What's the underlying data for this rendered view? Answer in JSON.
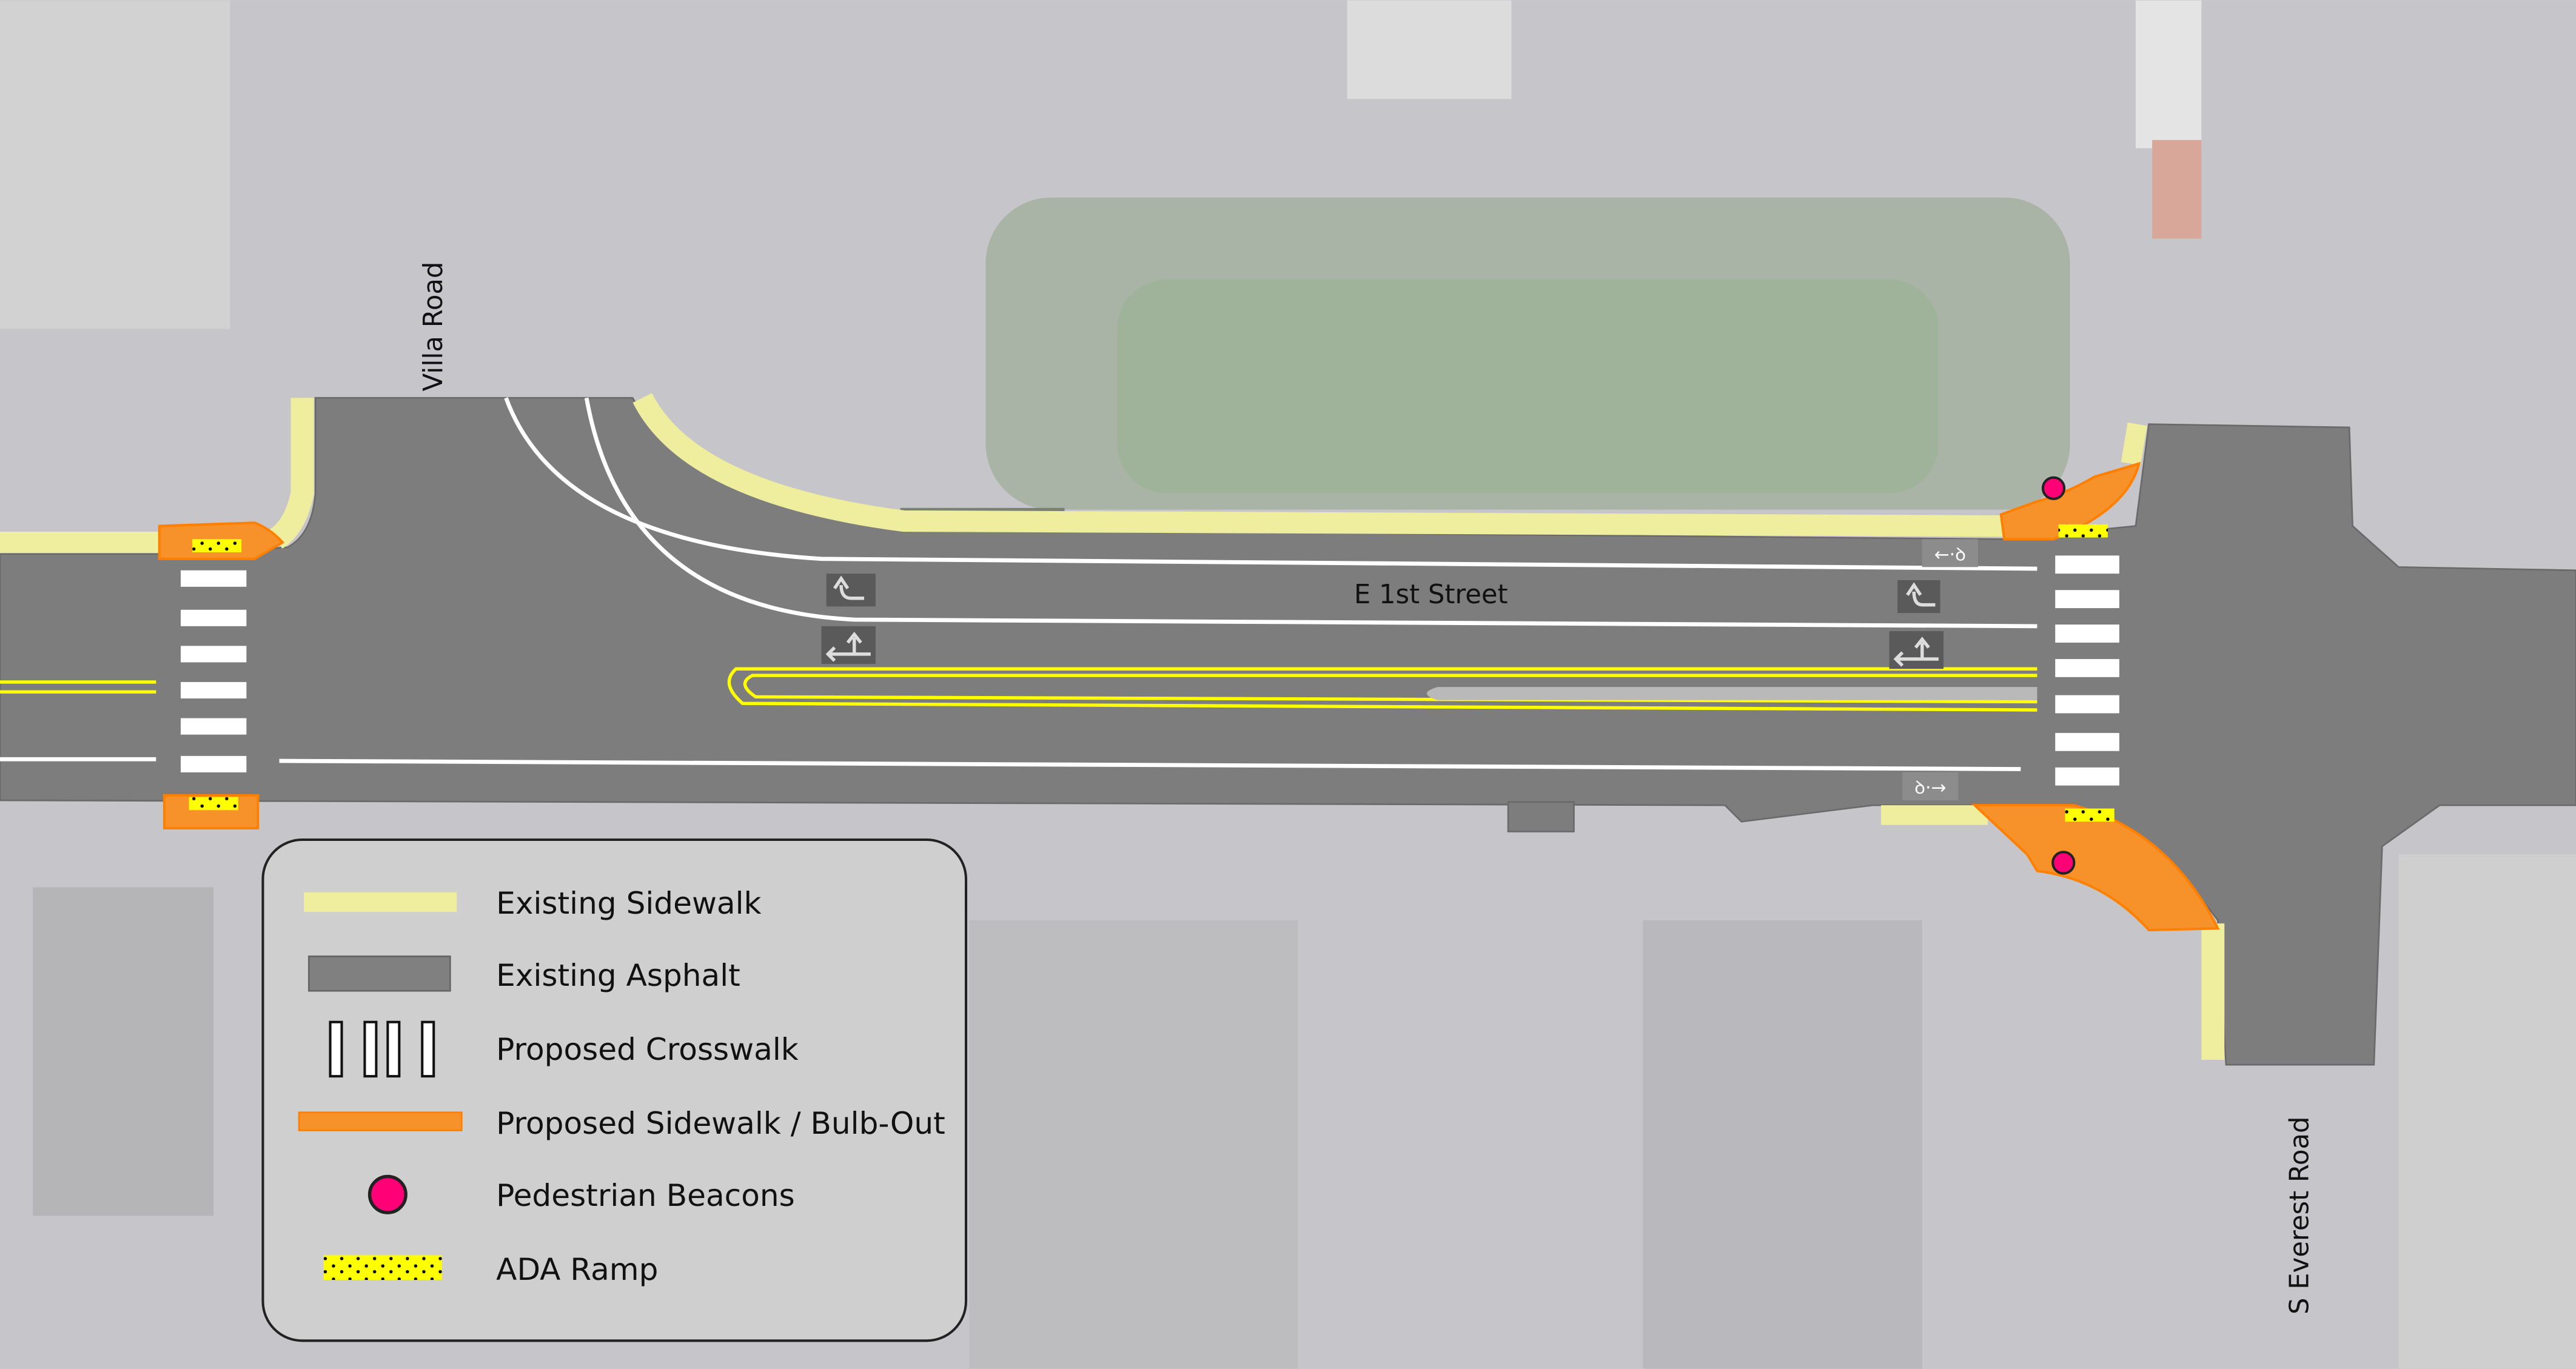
{
  "map": {
    "street_labels": {
      "villa_road": "Villa Road",
      "e_1st_street": "E 1st Street",
      "s_everest_road": "S Everest Road"
    }
  },
  "legend": {
    "items": [
      {
        "label": "Existing Sidewalk",
        "symbol": "existing-sidewalk",
        "color": "#eeee9e"
      },
      {
        "label": "Existing Asphalt",
        "symbol": "existing-asphalt",
        "color": "#808080"
      },
      {
        "label": "Proposed Crosswalk",
        "symbol": "proposed-crosswalk",
        "color": "#ffffff"
      },
      {
        "label": "Proposed Sidewalk / Bulb-Out",
        "symbol": "proposed-sidewalk",
        "color": "#f7922a"
      },
      {
        "label": "Pedestrian Beacons",
        "symbol": "pedestrian-beacon",
        "color": "#ff0077"
      },
      {
        "label": "ADA Ramp",
        "symbol": "ada-ramp",
        "color": "#ffff00"
      }
    ]
  }
}
